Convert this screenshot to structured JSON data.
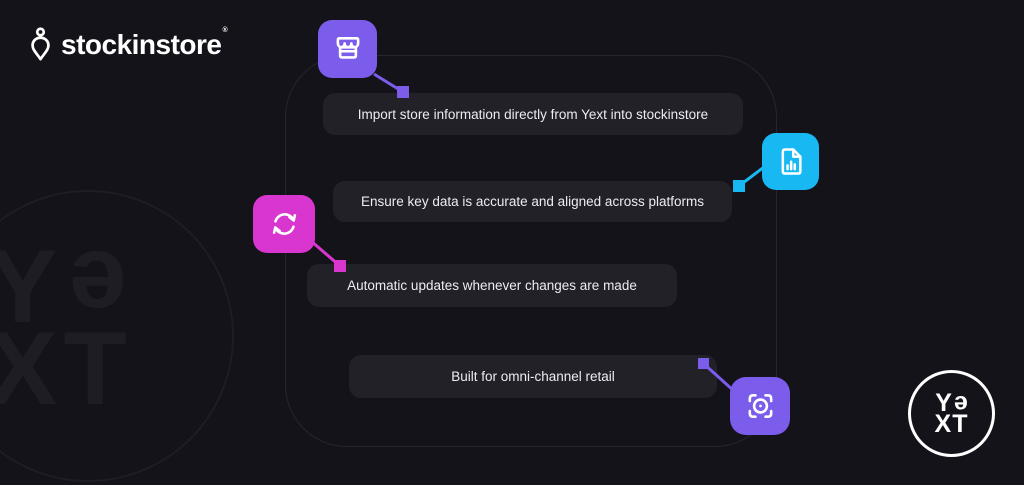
{
  "brand": {
    "name": "stockinstore",
    "trademark": "®"
  },
  "colors": {
    "background": "#141319",
    "pill_bg": "#222127",
    "pill_text": "#edecf2",
    "purple": "#7c5cea",
    "cyan": "#18b8f2",
    "magenta": "#d836ce",
    "white": "#ffffff",
    "faint": "#1e1d24",
    "container_border": "#27262d"
  },
  "features": [
    {
      "label": "Import store information directly from Yext into stockinstore",
      "icon": "storefront-icon",
      "accent": "#7c5cea"
    },
    {
      "label": "Ensure key data is accurate and aligned across platforms",
      "icon": "document-chart-icon",
      "accent": "#18b8f2"
    },
    {
      "label": "Automatic updates whenever changes are made",
      "icon": "sync-icon",
      "accent": "#d836ce"
    },
    {
      "label": "Built for omni-channel retail",
      "icon": "scan-icon",
      "accent": "#7c5cea"
    }
  ],
  "yext_logo": {
    "line1_y": "Y",
    "line1_e": "e",
    "line2": "XT"
  },
  "watermark": {
    "line1_y": "Y",
    "line1_e": "e",
    "line2": "XT"
  }
}
